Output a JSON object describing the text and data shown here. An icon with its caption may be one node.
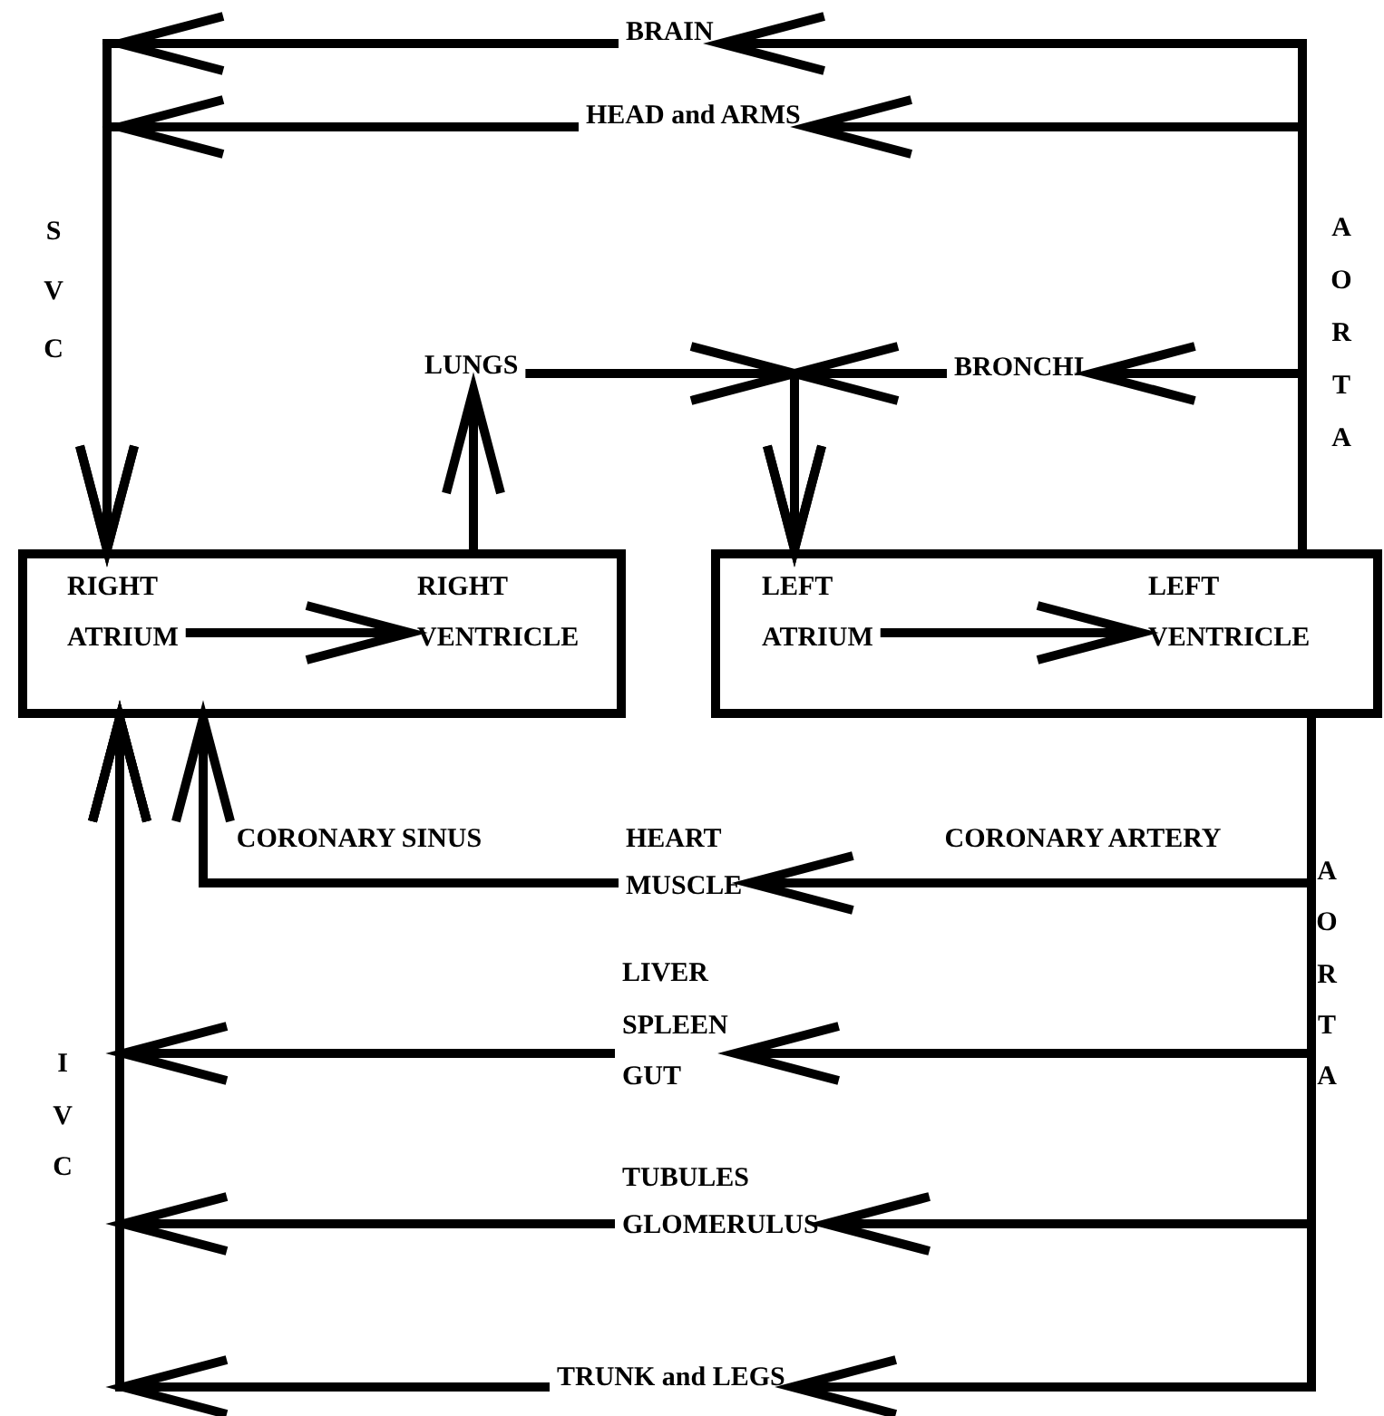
{
  "diagram": {
    "nodes": [
      {
        "text": [
          "BRAIN"
        ]
      },
      {
        "text": [
          "HEAD and ARMS"
        ]
      },
      {
        "text": [
          "LUNGS"
        ]
      },
      {
        "text": [
          "BRONCHI"
        ]
      },
      {
        "text": [],
        "shape": "box"
      },
      {
        "text": [
          "RIGHT ATRIUM"
        ],
        "in": 4
      },
      {
        "text": [
          "RIGHT VENTRICLE"
        ],
        "in": 4
      },
      {
        "text": [],
        "shape": "box"
      },
      {
        "text": [
          "LEFT ATRIUM"
        ],
        "in": 7
      },
      {
        "text": [
          "LEFT VENTRICLE"
        ],
        "in": 7
      },
      {
        "text": [
          "HEART MUSCLE"
        ]
      },
      {
        "text": [
          "LIVER SPLEEN GUT"
        ]
      },
      {
        "text": [
          "TUBULES GLOMERULUS"
        ]
      },
      {
        "text": [
          "TRUNK and LEGS"
        ]
      }
    ],
    "edges": [
      {
        "from": 7,
        "to": 0,
        "arrow": "to"
      },
      {
        "from": 7,
        "to": 1,
        "arrow": "to"
      },
      {
        "from": 7,
        "to": 3,
        "arrow": "to"
      },
      {
        "from": 0,
        "to": 4,
        "arrow": "to"
      },
      {
        "from": 1,
        "to": 4,
        "arrow": "to"
      },
      {
        "from": 4,
        "to": 2,
        "arrow": "to"
      },
      {
        "from": 5,
        "to": 6,
        "arrow": "to"
      },
      {
        "from": 2,
        "to": 7,
        "arrow": "to"
      },
      {
        "from": 3,
        "to": 7,
        "arrow": "to"
      },
      {
        "from": 8,
        "to": 9,
        "arrow": "to"
      },
      {
        "from": 7,
        "to": 10,
        "arrow": "to",
        "label": "CORONARY ARTERY"
      },
      {
        "from": 10,
        "to": 4,
        "arrow": "to",
        "label": "CORONARY SINUS"
      },
      {
        "from": 7,
        "to": 11,
        "arrow": "to"
      },
      {
        "from": 11,
        "to": 4,
        "arrow": "to"
      },
      {
        "from": 7,
        "to": 12,
        "arrow": "to"
      },
      {
        "from": 12,
        "to": 4,
        "arrow": "to"
      },
      {
        "from": 7,
        "to": 13,
        "arrow": "to"
      },
      {
        "from": 13,
        "to": 4,
        "arrow": "to"
      }
    ],
    "labels": [
      "SVC",
      "AORTA",
      "AORTA",
      "IVC"
    ]
  }
}
